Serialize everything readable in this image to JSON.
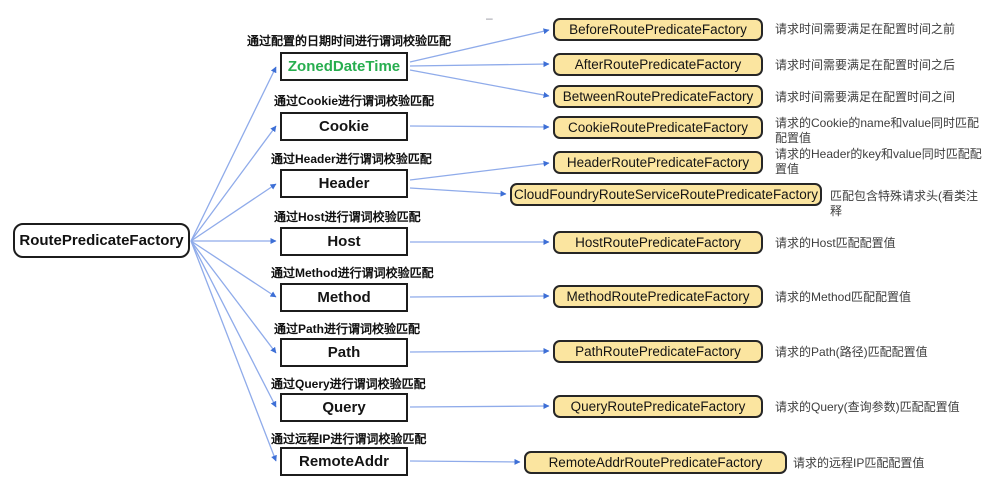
{
  "diagram": {
    "root": {
      "label": "RoutePredicateFactory"
    },
    "predicates": [
      {
        "label": "ZonedDateTime",
        "caption": "通过配置的日期时间进行谓词校验匹配"
      },
      {
        "label": "Cookie",
        "caption": "通过Cookie进行谓词校验匹配"
      },
      {
        "label": "Header",
        "caption": "通过Header进行谓词校验匹配"
      },
      {
        "label": "Host",
        "caption": "通过Host进行谓词校验匹配"
      },
      {
        "label": "Method",
        "caption": "通过Method进行谓词校验匹配"
      },
      {
        "label": "Path",
        "caption": "通过Path进行谓词校验匹配"
      },
      {
        "label": "Query",
        "caption": "通过Query进行谓词校验匹配"
      },
      {
        "label": "RemoteAddr",
        "caption": "通过远程IP进行谓词校验匹配"
      }
    ],
    "factories": [
      {
        "label": "BeforeRoutePredicateFactory",
        "description": "请求时间需要满足在配置时间之前"
      },
      {
        "label": "AfterRoutePredicateFactory",
        "description": "请求时间需要满足在配置时间之后"
      },
      {
        "label": "BetweenRoutePredicateFactory",
        "description": "请求时间需要满足在配置时间之间"
      },
      {
        "label": "CookieRoutePredicateFactory",
        "description": "请求的Cookie的name和value同时匹配配置值"
      },
      {
        "label": "HeaderRoutePredicateFactory",
        "description": "请求的Header的key和value同时匹配配置值"
      },
      {
        "label": "CloudFoundryRouteServiceRoutePredicateFactory",
        "description": "匹配包含特殊请求头(看类注释"
      },
      {
        "label": "HostRoutePredicateFactory",
        "description": "请求的Host匹配配置值"
      },
      {
        "label": "MethodRoutePredicateFactory",
        "description": "请求的Method匹配配置值"
      },
      {
        "label": "PathRoutePredicateFactory",
        "description": "请求的Path(路径)匹配配置值"
      },
      {
        "label": "QueryRoutePredicateFactory",
        "description": "请求的Query(查询参数)匹配配置值"
      },
      {
        "label": "RemoteAddrRoutePredicateFactory",
        "description": "请求的远程IP匹配配置值"
      }
    ],
    "colors": {
      "edge_line": "#8FABEA",
      "arrow_head": "#3D6FD6",
      "factory_fill": "#FBE5A0",
      "factory_border": "#262626",
      "node_border": "#1c1c1c",
      "highlight_green": "#27AE4F"
    },
    "artifact_dash": "–"
  }
}
